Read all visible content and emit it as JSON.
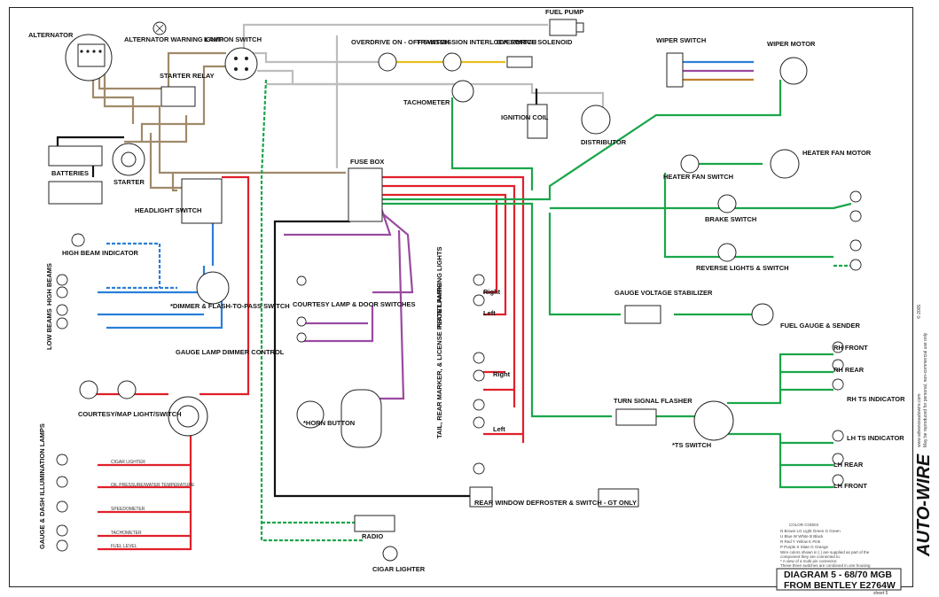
{
  "diagram": {
    "title_line1": "DIAGRAM 5 - 68/70 MGB",
    "title_line2": "FROM BENTLEY E2764W",
    "sheet": "sheet 5",
    "brand": "AUTO-WIRE",
    "copyright": "© 2005",
    "website": "www.advanceautowire.com",
    "permission": "May be reproduced for personal, non-commercial use only",
    "colors": {
      "brown": "#a08a6a",
      "red": "#e0202a",
      "green": "#1aa64a",
      "blue": "#2a7fd8",
      "purple": "#9a4aa0",
      "white": "#bdbdbd",
      "black": "#111111",
      "yellow": "#e8c020"
    }
  },
  "components": {
    "alternator": "ALTERNATOR",
    "alt_warning": "ALTERNATOR WARNING LAMP",
    "ignition_switch": "IGNITION SWITCH",
    "starter_relay": "STARTER RELAY",
    "batteries": "BATTERIES",
    "starter": "STARTER",
    "fuel_pump": "FUEL PUMP",
    "overdrive_switch": "OVERDRIVE ON - OFF SWITCH",
    "interlock": "TRANSMISSION INTERLOCK SWITCH",
    "od_solenoid": "OVERDRIVE SOLENOID",
    "tachometer": "TACHOMETER",
    "ignition_coil": "IGNITION COIL",
    "distributor": "DISTRIBUTOR",
    "wiper_switch": "WIPER SWITCH",
    "wiper_motor": "WIPER MOTOR",
    "fuse_box": "FUSE BOX",
    "headlight_switch": "HEADLIGHT SWITCH",
    "heater_fan_motor": "HEATER FAN MOTOR",
    "heater_fan_switch": "HEATER FAN SWITCH",
    "brake_switch": "BRAKE SWITCH",
    "reverse_switch": "REVERSE LIGHTS & SWITCH",
    "high_beam_ind": "HIGH BEAM INDICATOR",
    "high_beams": "HIGH BEAMS",
    "low_beams": "LOW BEAMS",
    "dimmer": "*DIMMER & FLASH-TO-PASS SWITCH",
    "courtesy_lamp": "COURTESY LAMP & DOOR SWITCHES",
    "front_parking": "FRONT PARKING LIGHTS",
    "right1": "Right",
    "left1": "Left",
    "gauge_stabilizer": "GAUGE VOLTAGE STABILIZER",
    "fuel_gauge": "FUEL GAUGE & SENDER",
    "gauge_dimmer": "GAUGE LAMP DIMMER CONTROL",
    "courtesy_map": "COURTESY/MAP LIGHT/SWITCH",
    "horn": "*HORN BUTTON",
    "tail_rear": "TAIL, REAR MARKER, & LICENSE PLATE LAMPS",
    "right2": "Right",
    "left2": "Left",
    "turn_flasher": "TURN SIGNAL FLASHER",
    "ts_switch": "*TS SWITCH",
    "rh_front": "RH FRONT",
    "rh_rear": "RH REAR",
    "rh_ts": "RH TS INDICATOR",
    "lh_ts": "LH TS INDICATOR",
    "lh_rear": "LH REAR",
    "lh_front": "LH FRONT",
    "gauge_dash": "GAUGE & DASH ILLUMINATION LAMPS",
    "cigar_lighter_lamp": "CIGAR LIGHTER",
    "oil_pressure": "OIL PRESSURE/WATER TEMPERATURE",
    "speedometer": "SPEEDOMETER",
    "tachometer_lamp": "TACHOMETER",
    "fuel_level": "FUEL LEVEL",
    "rear_defroster": "REAR WINDOW DEFROSTER & SWITCH - GT ONLY",
    "radio": "RADIO",
    "cigar_lighter": "CIGAR LIGHTER"
  },
  "color_codes": {
    "heading": "COLOR CODES",
    "rows": [
      "N  Brown    LG  Light Green   G  Green",
      "U  Blue     W   White         B  Black",
      "R  Red      Y   Yellow        K  Pink",
      "P  Purple   S   Slate         O  Orange"
    ],
    "note1": "Wire colors shown in ( ) are supplied as part of the",
    "note2": "component they are connected to.",
    "note3": "* A view of a multi pin connector.",
    "note4": "These three switches are combined in one housing"
  }
}
